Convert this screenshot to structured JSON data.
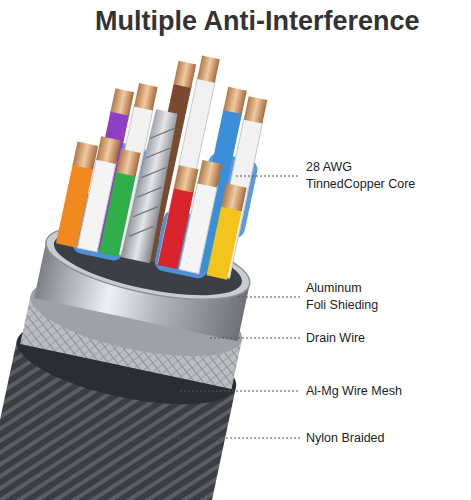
{
  "diagram": {
    "title": "Multiple Anti-Interference",
    "labels": [
      "28 AWG TinnedCopper Core",
      "Aluminum Foli Shieding",
      "Drain Wire",
      "Al-Mg Wire Mesh",
      "Nylon Braided"
    ]
  }
}
